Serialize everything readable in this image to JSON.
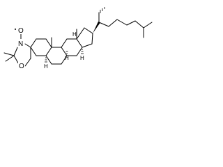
{
  "molecule": {
    "atoms": {
      "N": "N",
      "O": "O",
      "radical_O": "O",
      "H": "H"
    },
    "colors": {
      "ink": "#000000",
      "background": "#ffffff"
    }
  }
}
